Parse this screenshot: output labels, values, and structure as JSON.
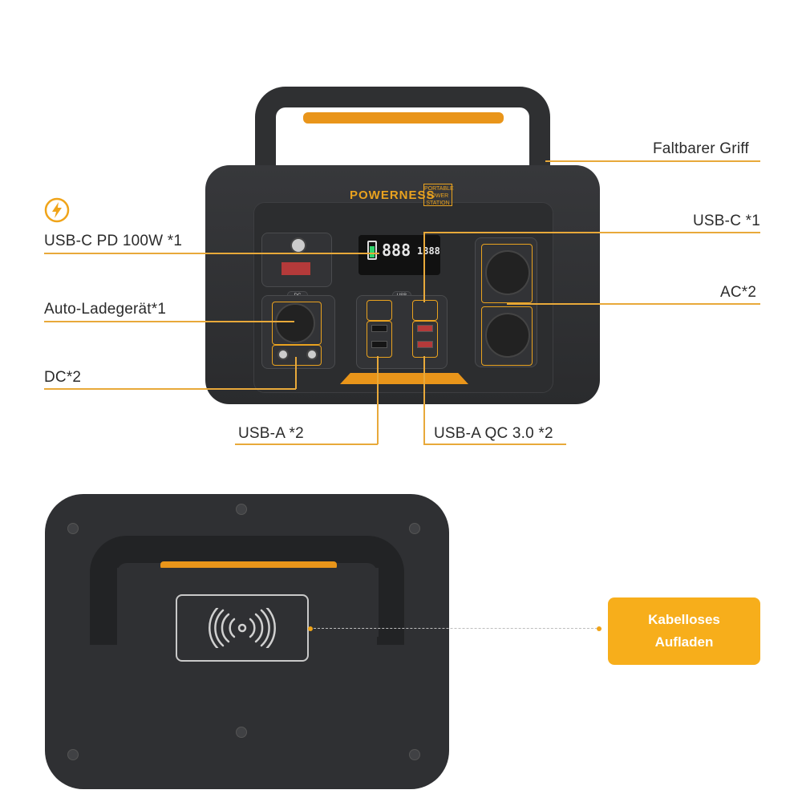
{
  "labels": {
    "handle": "Faltbarer Griff",
    "usb_c_pd": "USB-C PD 100W  *1",
    "usb_c": "USB-C *1",
    "car_charger": "Auto-Ladegerät*1",
    "ac": "AC*2",
    "dc": "DC*2",
    "usb_a": "USB-A *2",
    "usb_a_qc": "USB-A  QC 3.0 *2",
    "wireless_line1": "Kabelloses",
    "wireless_line2": "Aufladen"
  },
  "device": {
    "brand": "POWERNESS",
    "badge": [
      "PORTABLE",
      "POWER",
      "STATION"
    ],
    "display_main": "888",
    "display_right": "1888",
    "dc_button": "DC",
    "usb_button": "USB"
  },
  "colors": {
    "accent": "#f7ae1b",
    "line": "#e8a93a",
    "device_body": "#2f3033"
  },
  "icons": [
    "lightning-bolt-icon",
    "wireless-charging-icon"
  ]
}
